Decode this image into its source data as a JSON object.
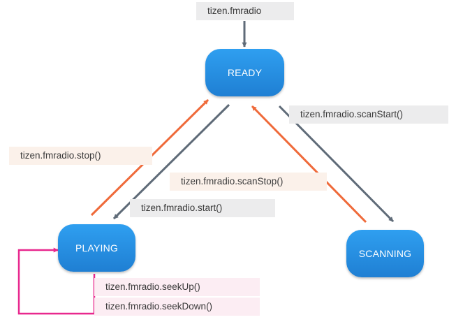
{
  "diagram": {
    "nodes": {
      "ready": "READY",
      "playing": "PLAYING",
      "scanning": "SCANNING"
    },
    "edges": {
      "init": "tizen.fmradio",
      "stop": "tizen.fmradio.stop()",
      "start": "tizen.fmradio.start()",
      "scan_start": "tizen.fmradio.scanStart()",
      "scan_stop": "tizen.fmradio.scanStop()",
      "seek_up": "tizen.fmradio.seekUp()",
      "seek_down": "tizen.fmradio.seekDown()"
    },
    "colors": {
      "state_fill": "#2a8fe5",
      "gray_arrow": "#5f6b78",
      "orange_arrow": "#ef6a3a",
      "magenta_arrow": "#e8288e",
      "gray_label_bg": "#ececed",
      "peach_label_bg": "#fbf1ea",
      "pink_label_bg": "#fcedf3"
    }
  }
}
